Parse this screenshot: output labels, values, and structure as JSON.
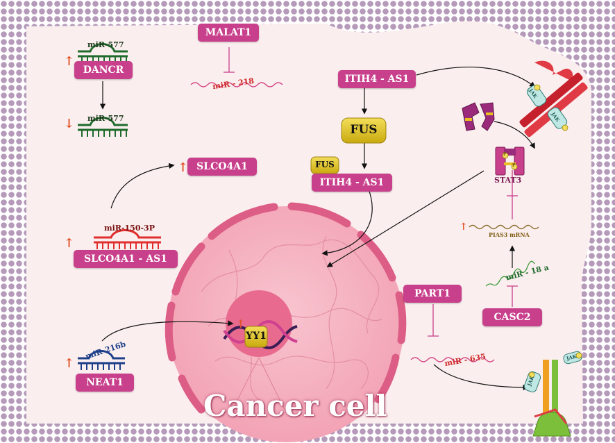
{
  "labels": {
    "malat1": "MALAT1",
    "mir218": "miR - 218",
    "dancr": "DANCR",
    "mir577_top": "miR-577",
    "mir577_bottom": "miR-577",
    "slco4a1": "SLCO4A1",
    "slco4a1_as1": "SLCO4A1 - AS1",
    "mir1503p": "miR-150-3P",
    "itih4_as1_top": "ITIH4 - AS1",
    "fus_big": "FUS",
    "fus_small": "FUS",
    "itih4_as1_bottom": "ITIH4 - AS1",
    "jak_top_1": "JAK",
    "jak_top_2": "JAK",
    "stat3": "STAT3",
    "p": "P",
    "pias3": "PIAS3  mRNA",
    "mir18a": "miR - 18 a",
    "casc2": "CASC2",
    "part1": "PART1",
    "mir635": "miR - 635",
    "yy1": "YY1",
    "neat1": "NEAT1",
    "mir216b": "miR-216b",
    "jak_bottom_1": "JAK",
    "jak_bottom_2": "JAK",
    "title": "Cancer cell"
  },
  "colors": {
    "pill": "#c8408c",
    "membrane": "#b59aba",
    "cytoplasm": "#fbeeee",
    "nucleus": "#f4a8b8",
    "up_arrow": "#e0542a",
    "down_arrow": "#e0542a"
  }
}
